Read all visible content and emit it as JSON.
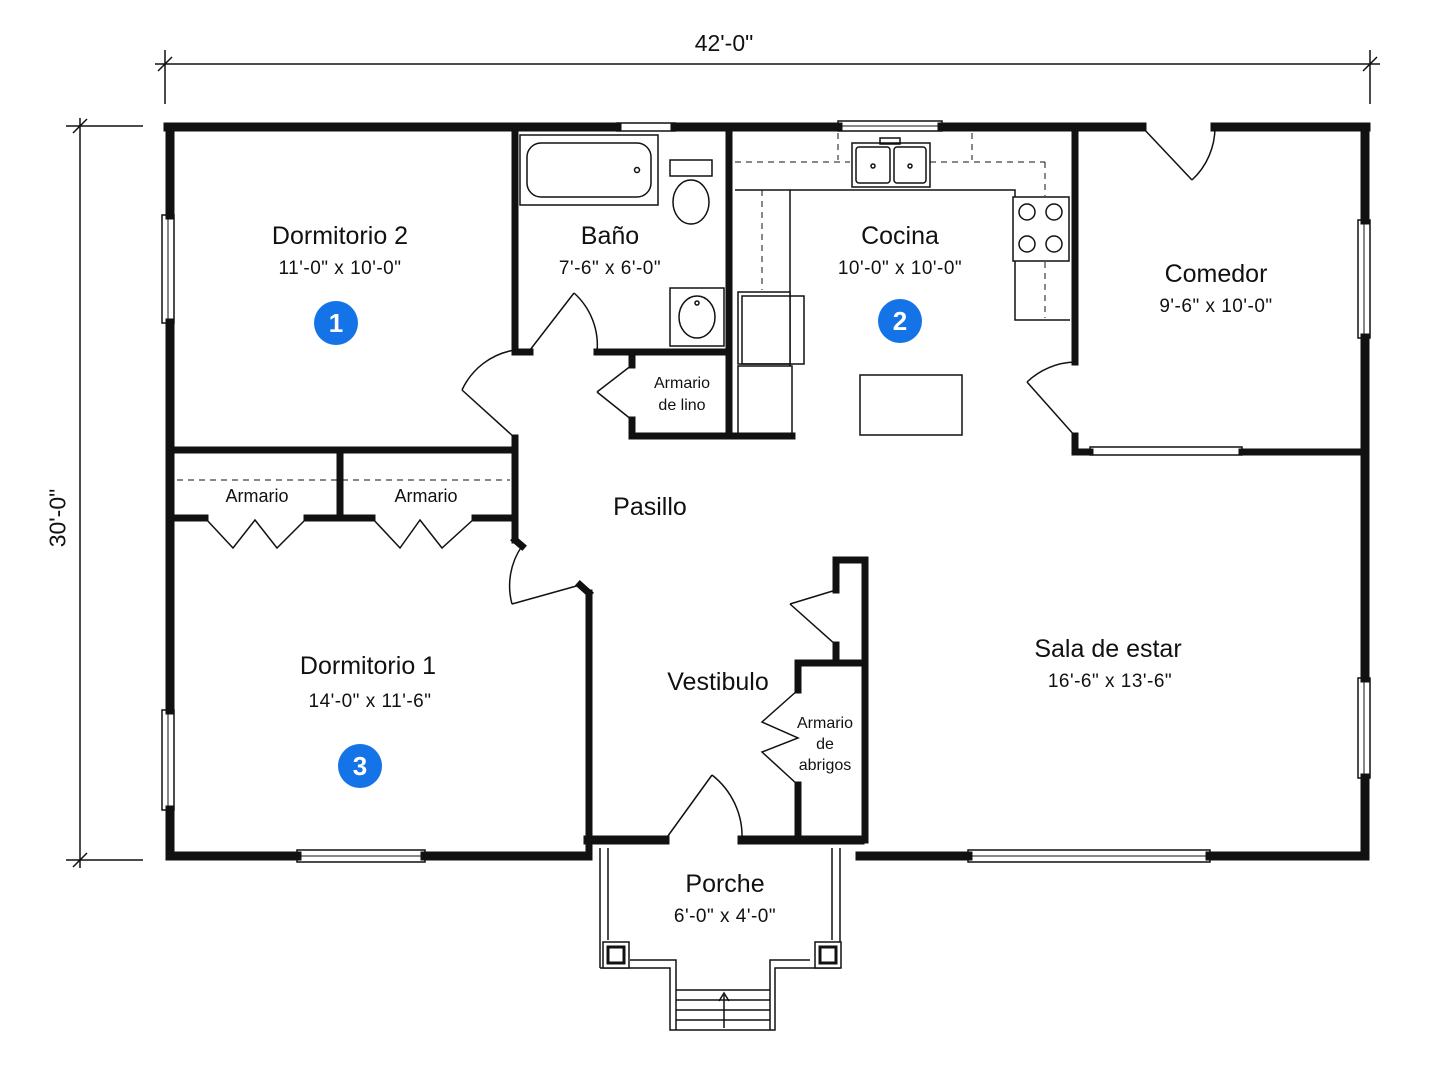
{
  "overall": {
    "width": "42'-0\"",
    "height": "30'-0\""
  },
  "rooms": {
    "dormitorio2": {
      "name": "Dormitorio 2",
      "size": "11'-0\" x 10'-0\"",
      "badge": "1"
    },
    "bano": {
      "name": "Baño",
      "size": "7'-6\" x 6'-0\""
    },
    "cocina": {
      "name": "Cocina",
      "size": "10'-0\" x 10'-0\"",
      "badge": "2"
    },
    "comedor": {
      "name": "Comedor",
      "size": "9'-6\" x 10'-0\""
    },
    "armario_lino": {
      "line1": "Armario",
      "line2": "de lino"
    },
    "armario_a": "Armario",
    "armario_b": "Armario",
    "pasillo": "Pasillo",
    "dormitorio1": {
      "name": "Dormitorio 1",
      "size": "14'-0\" x 11'-6\"",
      "badge": "3"
    },
    "vestibulo": "Vestibulo",
    "armario_abrigos": {
      "line1": "Armario",
      "line2": "de",
      "line3": "abrigos"
    },
    "sala": {
      "name": "Sala de estar",
      "size": "16'-6\" x 13'-6\""
    },
    "porche": {
      "name": "Porche",
      "size": "6'-0\" x 4'-0\""
    }
  },
  "colors": {
    "wall": "#111111",
    "badge": "#1473e6"
  }
}
